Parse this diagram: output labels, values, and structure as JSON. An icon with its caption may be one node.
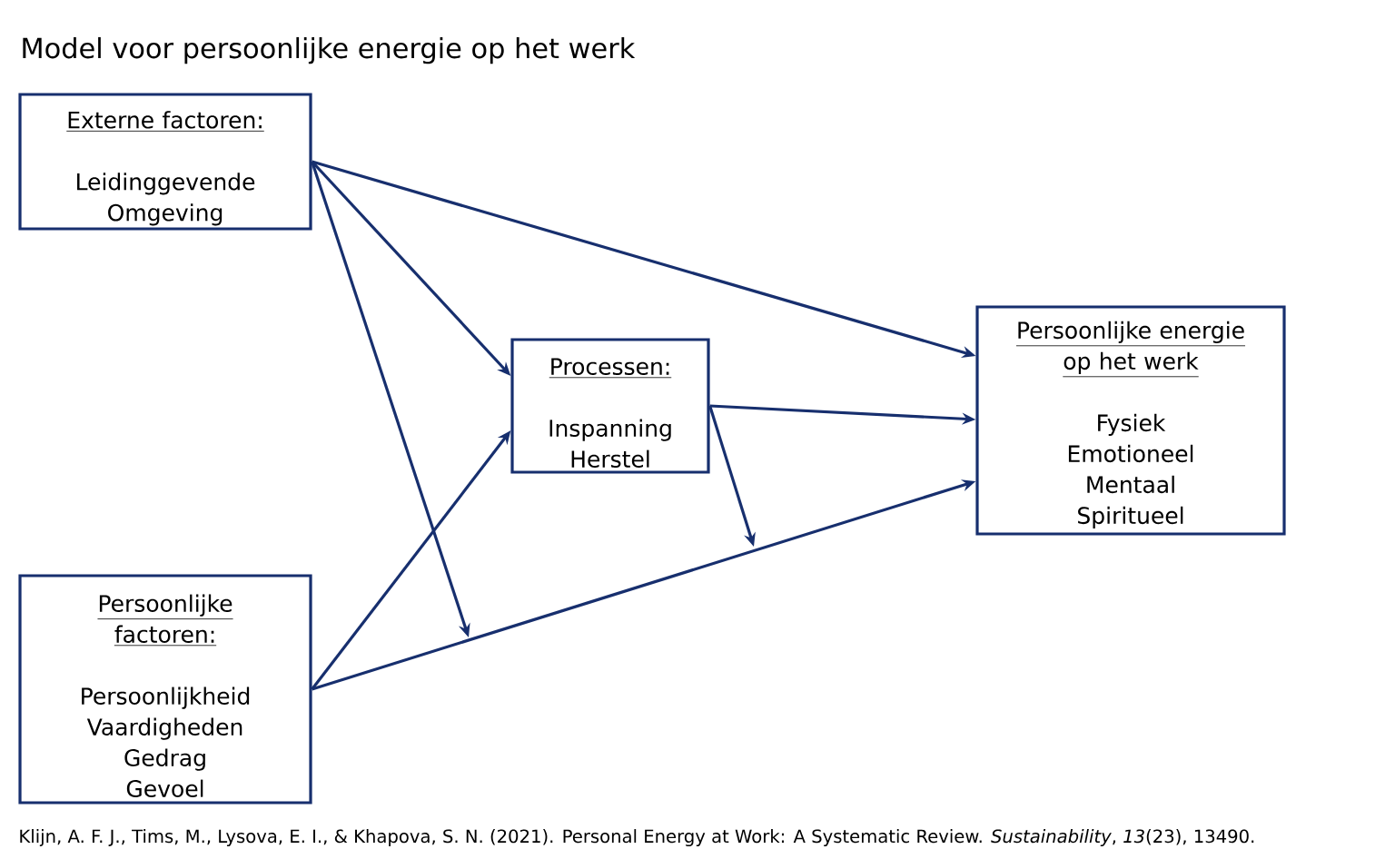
{
  "diagram": {
    "title": "Model voor persoonlijke energie op het werk",
    "nodes": [
      {
        "text": [
          "Externe factoren:",
          "Leidinggevende",
          "Omgeving"
        ]
      },
      {
        "text": [
          "Persoonlijke factoren:",
          "Persoonlijkheid",
          "Vaardigheden",
          "Gedrag",
          "Gevoel"
        ]
      },
      {
        "text": [
          "Processen:",
          "Inspanning",
          "Herstel"
        ]
      },
      {
        "text": [
          "Persoonlijke energie op het werk",
          "Fysiek",
          "Emotioneel",
          "Mentaal",
          "Spiritueel"
        ]
      }
    ],
    "edges": [
      {
        "from": 0,
        "to": 3,
        "arrow": "to"
      },
      {
        "from": 0,
        "to": 2,
        "arrow": "to"
      },
      {
        "from": 0,
        "to": null,
        "arrow": "to"
      },
      {
        "from": 1,
        "to": 2,
        "arrow": "to"
      },
      {
        "from": 1,
        "to": 3,
        "arrow": "to"
      },
      {
        "from": 2,
        "to": 3,
        "arrow": "to"
      },
      {
        "from": 2,
        "to": null,
        "arrow": "to"
      }
    ],
    "caption": "Klijn, A. F. J., Tims, M., Lysova, E. I., & Khapova, S. N. (2021). Personal Energy at Work: A Systematic Review. *Sustainability*, *13*(23), 13490."
  }
}
